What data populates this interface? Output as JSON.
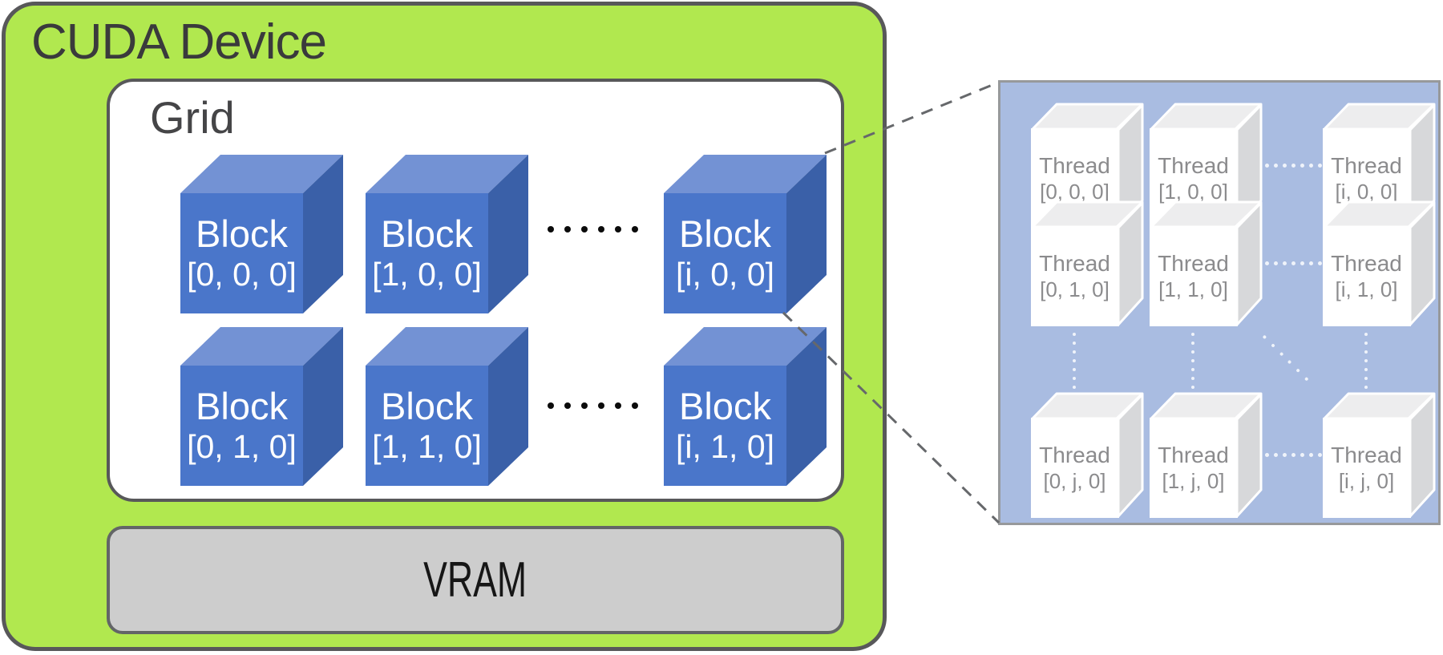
{
  "device": {
    "title": "CUDA Device"
  },
  "grid": {
    "label": "Grid",
    "blocks": [
      {
        "label": "Block",
        "index": "[0, 0, 0]"
      },
      {
        "label": "Block",
        "index": "[1, 0, 0]"
      },
      {
        "label": "Block",
        "index": "[i, 0, 0]"
      },
      {
        "label": "Block",
        "index": "[0, 1, 0]"
      },
      {
        "label": "Block",
        "index": "[1, 1, 0]"
      },
      {
        "label": "Block",
        "index": "[i, 1, 0]"
      }
    ]
  },
  "vram": {
    "label": "VRAM"
  },
  "thread_panel": {
    "threads": [
      {
        "label": "Thread",
        "index": "[0, 0, 0]"
      },
      {
        "label": "Thread",
        "index": "[1, 0, 0]"
      },
      {
        "label": "Thread",
        "index": "[i, 0, 0]"
      },
      {
        "label": "Thread",
        "index": "[0, 1, 0]"
      },
      {
        "label": "Thread",
        "index": "[1, 1, 0]"
      },
      {
        "label": "Thread",
        "index": "[i, 1, 0]"
      },
      {
        "label": "Thread",
        "index": "[0, j, 0]"
      },
      {
        "label": "Thread",
        "index": "[1, j, 0]"
      },
      {
        "label": "Thread",
        "index": "[i, j, 0]"
      }
    ]
  },
  "icons": {
    "block_row_separator": "horizontal-ellipsis-dots",
    "thread_row_separator": "horizontal-ellipsis-dots",
    "thread_column_separator": "vertical-ellipsis-dots",
    "thread_diagonal_separator": "diagonal-ellipsis-dots",
    "zoom_connector": "dashed-line"
  },
  "colors": {
    "device_fill": "#B1E84F",
    "outline_dark": "#58585A",
    "block_front": "#4A76CA",
    "block_top": "#7392D4",
    "block_side": "#3A60A8",
    "vram_fill": "#CDCDCD",
    "thread_panel_fill": "#A9BCE1",
    "thread_cube_front": "#FFFFFF",
    "thread_cube_top": "#EDEDEE",
    "thread_cube_side": "#D7D8DA",
    "thread_text": "#8B8B8D",
    "title_text": "#3A3A3C",
    "connector": "#66686B"
  }
}
